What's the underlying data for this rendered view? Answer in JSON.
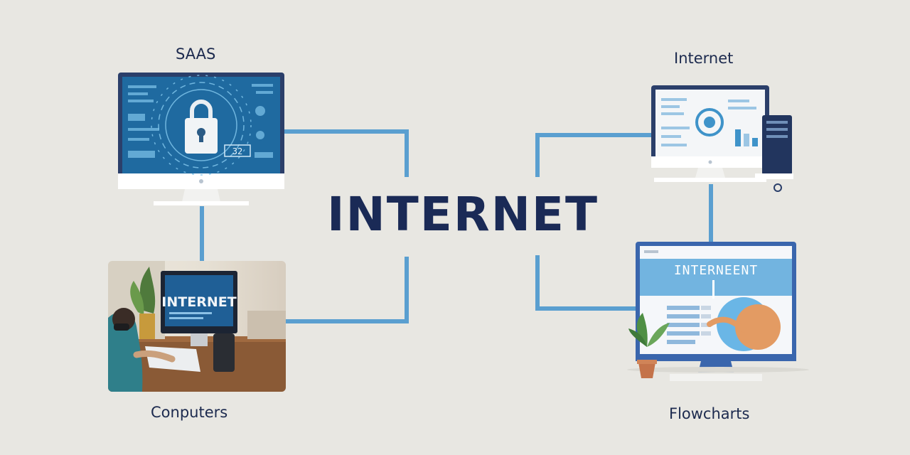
{
  "diagram": {
    "center_title": "INTERNET",
    "nodes": {
      "saas": {
        "label": "SAAS",
        "screen_badge": "32"
      },
      "internet": {
        "label": "Internet"
      },
      "computers": {
        "label": "Conputers",
        "screen_text": "INTERNET"
      },
      "flowcharts": {
        "label": "Flowcharts",
        "screen_banner": "INTERNEENT"
      }
    },
    "colors": {
      "background": "#e8e7e2",
      "connector": "#5a9fd0",
      "title": "#1a2a56",
      "monitor_frame": "#2b3f6a",
      "screen_blue": "#1f6aa0"
    }
  }
}
